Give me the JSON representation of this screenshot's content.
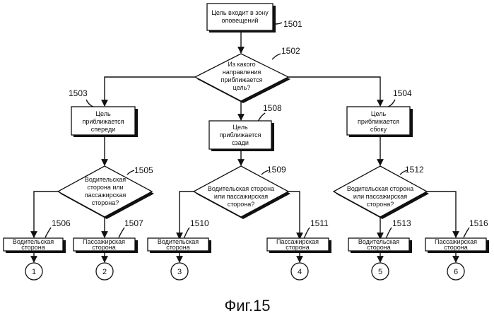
{
  "figure": {
    "caption": "Фиг.15",
    "nodes": {
      "n1501": {
        "ref": "1501",
        "lines": [
          "Цель входит в зону",
          "оповещений"
        ]
      },
      "n1502": {
        "ref": "1502",
        "lines": [
          "Из какого",
          "направления",
          "приближается",
          "цель?"
        ]
      },
      "n1503": {
        "ref": "1503",
        "lines": [
          "Цель",
          "приближается",
          "спереди"
        ]
      },
      "n1508": {
        "ref": "1508",
        "lines": [
          "Цель",
          "приближается",
          "сзади"
        ]
      },
      "n1504": {
        "ref": "1504",
        "lines": [
          "Цель",
          "приближается",
          "сбоку"
        ]
      },
      "n1505": {
        "ref": "1505",
        "lines": [
          "Водительская",
          "сторона или",
          "пассажирская",
          "сторона?"
        ]
      },
      "n1509": {
        "ref": "1509",
        "lines": [
          "Водительская сторона",
          "или пассажирская",
          "сторона?"
        ]
      },
      "n1512": {
        "ref": "1512",
        "lines": [
          "Водительская сторона",
          "или пассажирская",
          "сторона?"
        ]
      },
      "n1506": {
        "ref": "1506",
        "lines": [
          "Водительская",
          "сторона"
        ]
      },
      "n1507": {
        "ref": "1507",
        "lines": [
          "Пассажирская",
          "сторона"
        ]
      },
      "n1510": {
        "ref": "1510",
        "lines": [
          "Водительская",
          "сторона"
        ]
      },
      "n1511": {
        "ref": "1511",
        "lines": [
          "Пассажирская",
          "сторона"
        ]
      },
      "n1513": {
        "ref": "1513",
        "lines": [
          "Водительская",
          "сторона"
        ]
      },
      "n1516": {
        "ref": "1516",
        "lines": [
          "Пассажирская",
          "сторона"
        ]
      }
    },
    "terminals": [
      "1",
      "2",
      "3",
      "4",
      "5",
      "6"
    ]
  }
}
